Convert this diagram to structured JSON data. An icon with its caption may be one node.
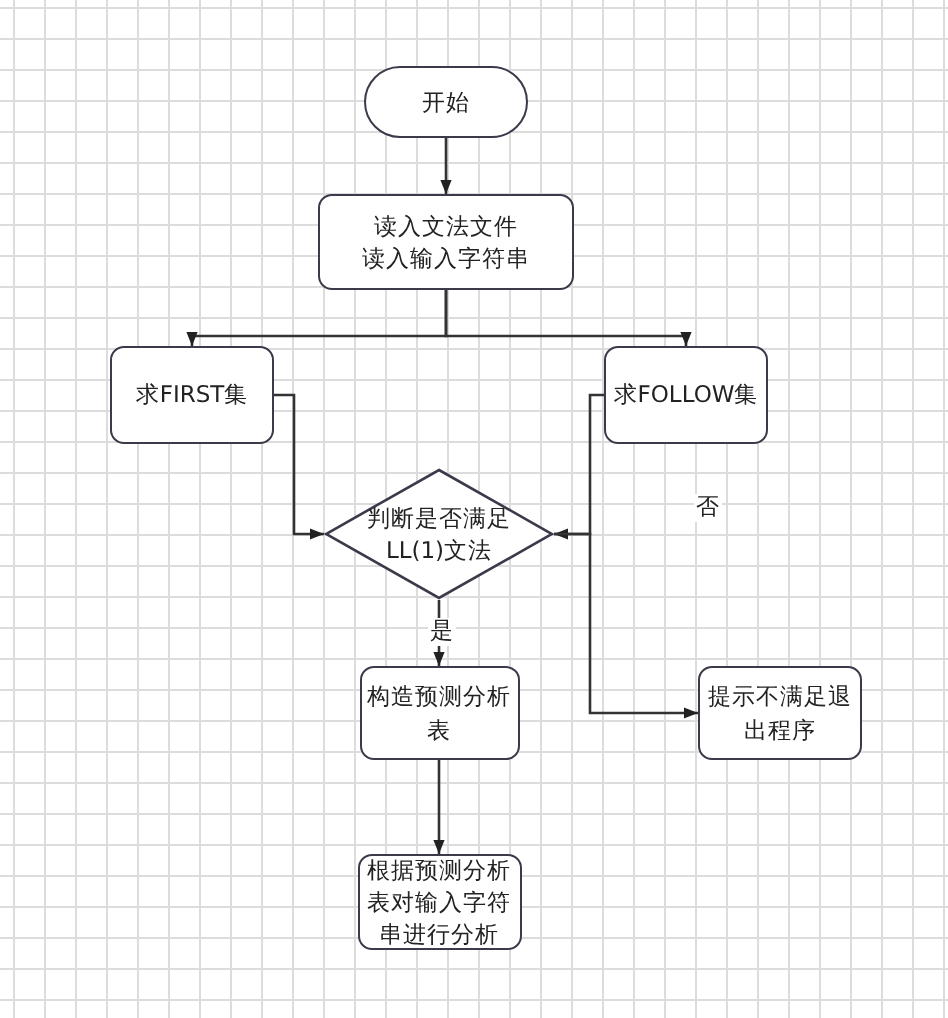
{
  "diagram": {
    "nodes": [
      {
        "text": [
          "开始"
        ]
      },
      {
        "text": [
          "读入文法文件",
          "读入输入字符串"
        ]
      },
      {
        "text": [
          "求FIRST集"
        ]
      },
      {
        "text": [
          "求FOLLOW集"
        ]
      },
      {
        "text": [
          "判断是否满足LL(1)文法"
        ]
      },
      {
        "text": [
          "构造预测分析表"
        ]
      },
      {
        "text": [
          "提示不满足退出程序"
        ]
      },
      {
        "text": [
          "根据预测分析表对输入字符串进行分析"
        ]
      }
    ],
    "edges": [
      {
        "from": 0,
        "to": 1,
        "arrow": "to"
      },
      {
        "from": 1,
        "to": 2,
        "arrow": "to"
      },
      {
        "from": 1,
        "to": 3,
        "arrow": "to"
      },
      {
        "from": 2,
        "to": 4,
        "arrow": "to"
      },
      {
        "from": 3,
        "to": 4,
        "arrow": "to"
      },
      {
        "from": 4,
        "to": 5,
        "label": "是",
        "arrow": "to"
      },
      {
        "from": 4,
        "to": 6,
        "label": "否",
        "arrow": "to"
      },
      {
        "from": 5,
        "to": 7,
        "arrow": "to"
      }
    ]
  }
}
